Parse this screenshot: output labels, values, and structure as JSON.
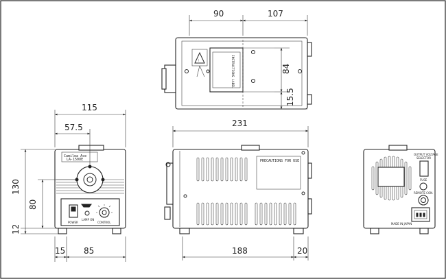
{
  "dimensions": {
    "top_left_width": "90",
    "top_right_width": "107",
    "top_height": "84",
    "top_foot": "15.5",
    "front_width": "115",
    "front_half": "57.5",
    "front_height": "130",
    "front_panel_height": "80",
    "front_foot": "12",
    "front_offset": "15",
    "front_base": "85",
    "side_length": "231",
    "side_base": "188",
    "side_foot": "20"
  },
  "labels": {
    "front_model_line1": "Camilea Ace",
    "front_model_line2": "LA-150UE",
    "front_power": "POWER",
    "front_lamp": "LAMP ON",
    "front_control": "CONTROL",
    "side_precautions": "PRECAUTIONS FOR USE",
    "top_label_text": "INSTRUCTIONS LABEL",
    "rear_output_line1": "OUTPUT VOLTAGE",
    "rear_output_line2": "SELECTOR",
    "rear_fuse": "FUSE",
    "rear_origin": "MADE IN JAPAN",
    "rear_remote": "REMOTE CON."
  }
}
